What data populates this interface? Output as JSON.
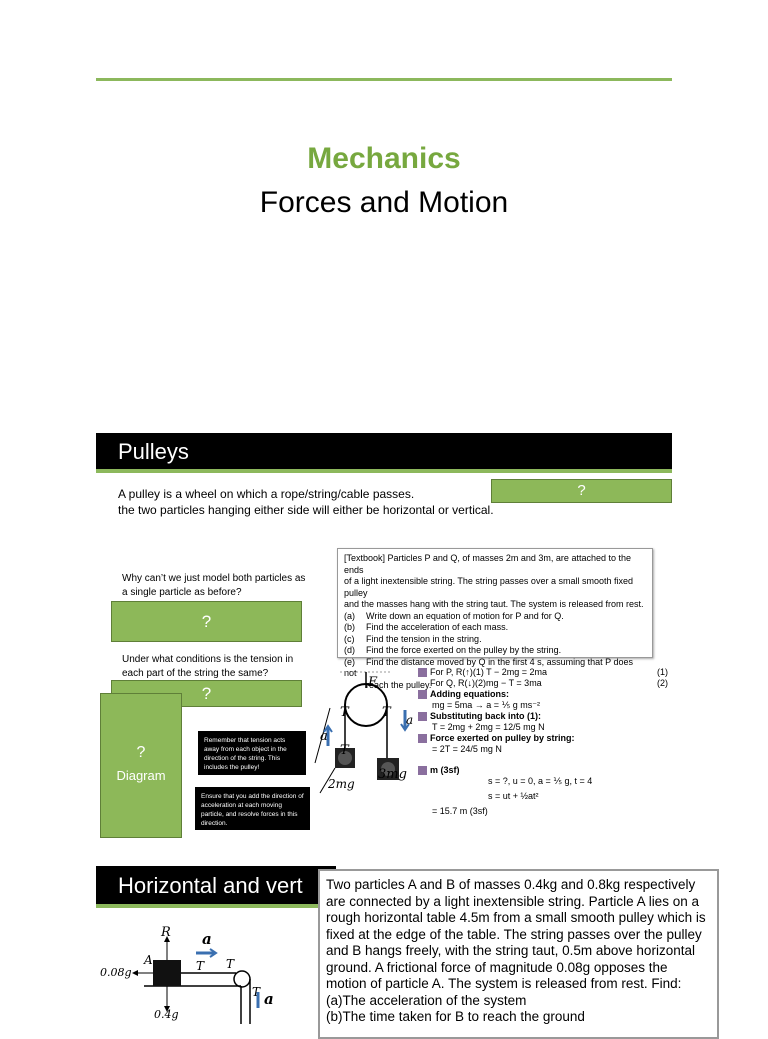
{
  "header": {
    "title": "Mechanics",
    "subtitle": "Forces and Motion"
  },
  "pulleys": {
    "heading": "Pulleys",
    "intro_line1": "A pulley is a wheel on which a rope/string/cable passes.",
    "intro_line2": "the two particles hanging either side will either be horizontal or vertical.",
    "reveal_label": "?",
    "question1": "Why can’t we just model both particles as a single particle as before?",
    "question1_answer": "?",
    "question2": "Under what conditions is the tension in each part of the string the same?",
    "question2_answer": "?",
    "diagram_mark": "?",
    "diagram_label": "Diagram",
    "note1": "Remember that tension acts away from each object in the direction of the string. This includes the pulley!",
    "note2": "Ensure that you add the direction of acceleration at each moving particle, and resolve forces in this direction.",
    "textbook": {
      "lines": [
        "[Textbook] Particles P and Q, of masses 2m and 3m, are attached to the ends",
        "of a light inextensible string. The string passes over a small smooth fixed pulley",
        "and the masses hang with the string taut. The system is released from rest."
      ],
      "parts": [
        {
          "label": "(a)",
          "text": "Write down an equation of motion for P and for Q."
        },
        {
          "label": "(b)",
          "text": "Find the acceleration of each mass."
        },
        {
          "label": "(c)",
          "text": "Find the tension in the string."
        },
        {
          "label": "(d)",
          "text": "Find the force exerted on the pulley by the string."
        },
        {
          "label": "(e)",
          "text": "Find the distance moved by Q in the first 4 s, assuming that P does not"
        },
        {
          "label": "",
          "text": "reach the pulley."
        }
      ]
    },
    "diagram_labels": {
      "F": "F",
      "T": "T",
      "a": "a",
      "w1": "2mg",
      "w2": "3mg"
    },
    "solution": {
      "a1": "For P, R(↑)(1)  T − 2mg = 2ma",
      "a1n": "(1)",
      "a2": "For Q, R(↓)(2)mg − T = 3ma",
      "a2n": "(2)",
      "b1": "Adding equations:",
      "b2": "mg = 5ma    →    a = ⅕ g  ms⁻²",
      "c1": "Substituting back into (1):",
      "c2": "T = 2mg + 2mg = 12/5 mg N",
      "d1": "Force exerted on pulley by string:",
      "d2": "= 2T = 24/5 mg N",
      "e1": "m (3sf)",
      "e2": "s = ?, u = 0, a = ⅕ g, t = 4",
      "e3": "s = ut + ½at²",
      "e4": "= 15.7 m (3sf)"
    }
  },
  "horizontal": {
    "heading": "Horizontal and vert",
    "question_text": "Two particles A and B of masses 0.4kg and 0.8kg respectively are connected by a light inextensible string. Particle A lies on a rough horizontal table 4.5m from a small smooth pulley which is fixed at the edge of the table. The string passes over the pulley and B hangs freely, with the string taut, 0.5m above horizontal ground. A frictional force of magnitude 0.08g opposes the motion of particle A. The system is released from rest. Find:",
    "part_a": "(a)The acceleration of the system",
    "part_b": "(b)The time taken for B to reach the ground",
    "diagram_labels": {
      "R": "R",
      "A": "A",
      "a": "a",
      "T": "T",
      "friction": "0.08g",
      "weight": "0.4g"
    }
  }
}
